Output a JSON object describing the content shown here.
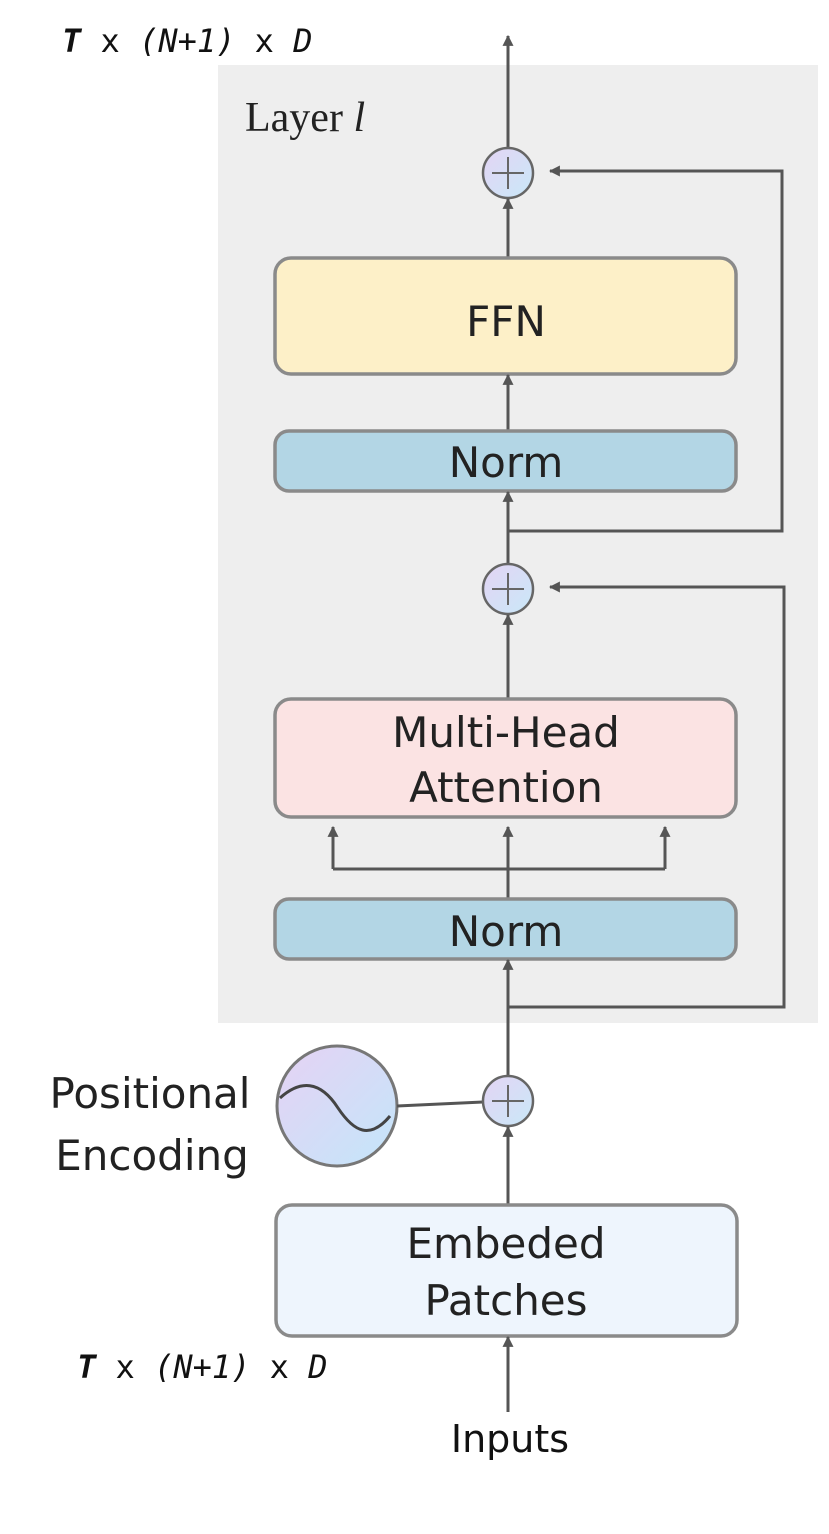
{
  "dims_top": {
    "t": "T",
    "x1": " x ",
    "n": "(N+1)",
    "x2": " x ",
    "d": "D"
  },
  "dims_bottom": {
    "t": "T",
    "x1": " x ",
    "n": "(N+1)",
    "x2": " x ",
    "d": "D"
  },
  "layer": {
    "word": "Layer ",
    "var": "l"
  },
  "blocks": {
    "ffn": "FFN",
    "norm_top": "Norm",
    "mha_line1": "Multi-Head",
    "mha_line2": "Attention",
    "norm_bottom": "Norm",
    "embed_line1": "Embeded",
    "embed_line2": "Patches"
  },
  "positional": {
    "line1": "Positional",
    "line2": "Encoding"
  },
  "inputs_label": "Inputs",
  "colors": {
    "layer_bg": "#eeeeee",
    "ffn": "#fdf0c8",
    "norm": "#b3d6e5",
    "mha": "#fbe3e3",
    "embed": "#eef5fd",
    "border": "#8a8a8a",
    "arrow": "#555555",
    "plus_fill_a": "#dcd7f2",
    "plus_fill_b": "#cfe6f6"
  }
}
